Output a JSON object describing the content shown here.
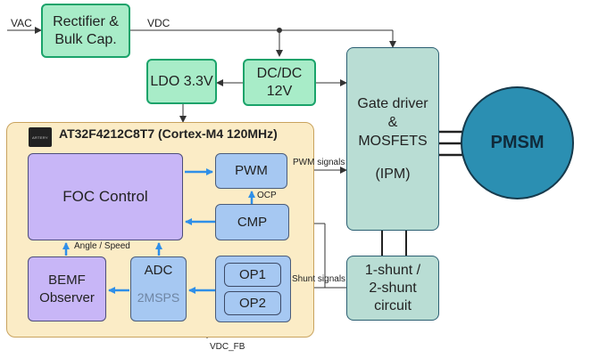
{
  "inputs": {
    "vac": "VAC",
    "vdc": "VDC",
    "vdc_fb": "VDC_FB"
  },
  "blocks": {
    "rectifier": [
      "Rectifier &",
      "Bulk Cap."
    ],
    "ldo": "LDO 3.3V",
    "dcdc": [
      "DC/DC",
      "12V"
    ],
    "gate_driver": [
      "Gate driver",
      "&",
      "MOSFETS",
      "",
      "(IPM)"
    ],
    "pmsm": "PMSM",
    "shunt": [
      "1-shunt  /",
      "2-shunt",
      "circuit"
    ],
    "foc": "FOC Control",
    "pwm": "PWM",
    "cmp": "CMP",
    "bemf": [
      "BEMF",
      "Observer"
    ],
    "adc": "ADC",
    "adc_rate": "2MSPS",
    "op1": "OP1",
    "op2": "OP2"
  },
  "mcu": {
    "title": "AT32F4212C8T7 (Cortex-M4 120MHz)",
    "chip_marking": "ARTERY"
  },
  "signals": {
    "pwm_signals": "PWM signals",
    "ocp": "OCP",
    "angle_speed": "Angle / Speed",
    "shunt_signals": "Shunt signals"
  },
  "colors": {
    "power_fill": "#a8ecc8",
    "ipm_fill": "#b9ddd4",
    "mcu_fill": "#fbecc6",
    "foc_fill": "#c8b6f7",
    "periph_fill": "#a6c8f2",
    "motor_fill": "#2b8fb2",
    "internal_arrow": "#2f8fe8"
  }
}
